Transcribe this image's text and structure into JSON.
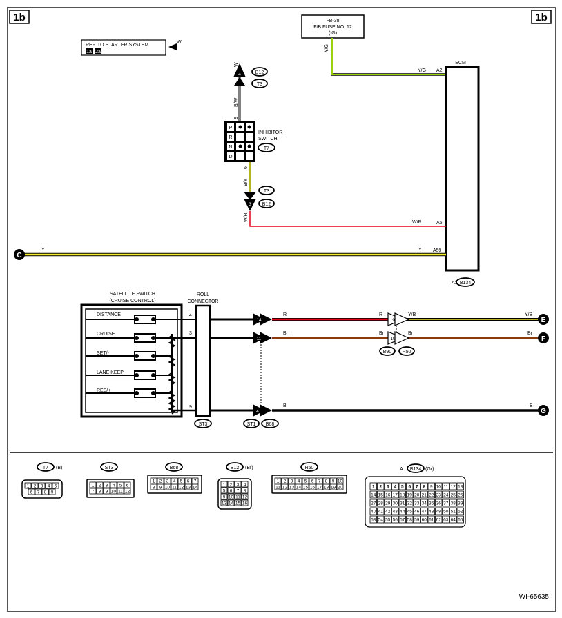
{
  "page": {
    "ref_left": "1b",
    "ref_right": "1b",
    "code": "WI-65635"
  },
  "fuse": {
    "line1": "FB-38",
    "line2": "F/B FUSE NO. 12",
    "line3": "(IG)",
    "wire": "Y/G"
  },
  "starter_ref": {
    "text": "REF. TO STARTER SYSTEM",
    "ref1": "1a",
    "ref2": "2a",
    "wire": "W"
  },
  "ecm": {
    "label": "ECM",
    "connector_prefix": "A:",
    "connector": "B134",
    "pins": {
      "a2": "A2",
      "a5": "A5",
      "a59": "A59"
    },
    "wires": {
      "a2": "Y/G",
      "a5": "W/R",
      "a59": "Y"
    }
  },
  "inhibitor": {
    "label1": "INHIBITOR",
    "label2": "SWITCH",
    "connector": "T7",
    "positions": [
      "P",
      "R",
      "N",
      "D"
    ],
    "pin_top": "9",
    "pin_bottom": "6",
    "wire_top": "B/W",
    "wire_bottom": "B/Y",
    "wire_out": "W/R",
    "wire_up": "W",
    "top_arrow_pin": "4",
    "bottom_arrow_pin": "3",
    "conn_top": [
      "B12",
      "T3"
    ],
    "conn_bottom": [
      "T3",
      "B12"
    ]
  },
  "c_line": {
    "node": "C",
    "wire": "Y"
  },
  "satellite": {
    "title1": "SATELLITE SWITCH",
    "title2": "(CRUISE CONTROL)",
    "switches": [
      "DISTANCE",
      "CRUISE",
      "SET/-",
      "LANE KEEP",
      "RES/+"
    ]
  },
  "roll": {
    "title1": "ROLL",
    "title2": "CONNECTOR",
    "connector": "ST3",
    "pins": {
      "distance": "4",
      "cruise": "3",
      "ground": "9"
    }
  },
  "arrows": {
    "st1_pins": [
      "14",
      "11",
      "4"
    ],
    "r50_pins": [
      "9",
      "19"
    ],
    "conn_st1": [
      "ST1",
      "B68"
    ],
    "conn_r50": [
      "B90",
      "R50"
    ]
  },
  "outputs": [
    {
      "node": "E",
      "wire_left": "R",
      "wire_mid": "R",
      "wire_right": "Y/B",
      "wire_end": "Y/B",
      "color": "#e8001c"
    },
    {
      "node": "F",
      "wire_left": "Br",
      "wire_mid": "Br",
      "wire_right": "Br",
      "wire_end": "Br",
      "color": "#8b3a10"
    },
    {
      "node": "G",
      "wire_left": "B",
      "wire_end": "B",
      "color": "#000000"
    }
  ],
  "wire_colors": {
    "yellow": "#f0ee2a",
    "yellow_green": "#9ad10a",
    "red": "#e8001c",
    "brown": "#8b3a10"
  },
  "connectors": [
    {
      "name": "T7",
      "color": "(B)",
      "rows": [
        [
          "1",
          "2",
          "3",
          "4",
          "5"
        ],
        [
          "6",
          "7",
          "8",
          "9"
        ]
      ]
    },
    {
      "name": "ST3",
      "rows": [
        [
          "1",
          "2",
          "3",
          "4",
          "5",
          "6"
        ],
        [
          "7",
          "8",
          "9",
          "10",
          "11",
          "12"
        ]
      ]
    },
    {
      "name": "B68",
      "rows": [
        [
          "1",
          "2",
          "3",
          "4",
          "5",
          "6",
          "7"
        ],
        [
          "8",
          "9",
          "10",
          "11",
          "12",
          "13",
          "14"
        ]
      ]
    },
    {
      "name": "B12",
      "color": "(Br)",
      "rows": [
        [
          "1",
          "2",
          "3",
          "4"
        ],
        [
          "5",
          "6",
          "7",
          "8"
        ],
        [
          "9",
          "10",
          "11",
          "12"
        ],
        [
          "13",
          "14",
          "15",
          "16"
        ]
      ]
    },
    {
      "name": "R50",
      "rows": [
        [
          "1",
          "2",
          "3",
          "4",
          "5",
          "6",
          "7",
          "8",
          "9",
          "10"
        ],
        [
          "11",
          "12",
          "13",
          "14",
          "15",
          "16",
          "17",
          "18",
          "19",
          "20"
        ]
      ]
    },
    {
      "name": "B134",
      "prefix": "A:",
      "color": "(Gr)"
    }
  ]
}
